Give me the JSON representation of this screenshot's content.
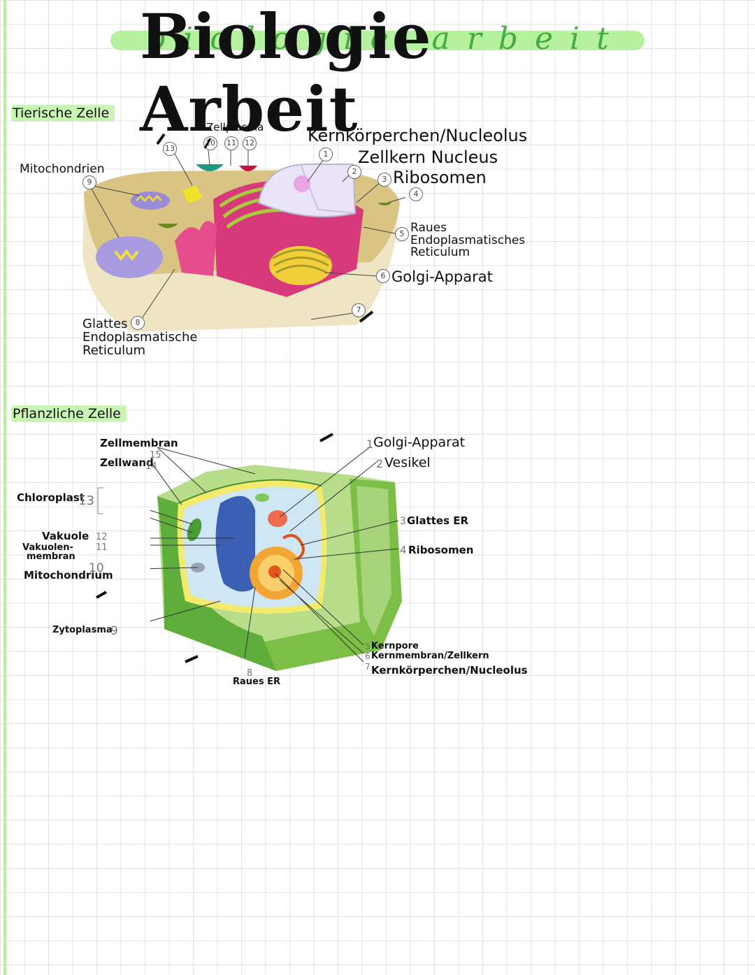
{
  "title": "Biologie Arbeit",
  "title_script": "biologie arbeit",
  "colors": {
    "highlight": "#a8ee8d",
    "grid": "#e3e3e3",
    "margin": "#b7ef9f"
  },
  "animal": {
    "heading": "Tierische Zelle",
    "labels": {
      "zellplasma": "Zellplasma",
      "kernkoerperchen": "Kernkörperchen/Nucleolus",
      "zellkern": "Zellkern Nucleus",
      "ribosomen": "Ribosomen",
      "raues_er": "Raues Endoplasmatisches Reticulum",
      "raues_er_l1": "Raues",
      "raues_er_l2": "Endoplasmatisches",
      "raues_er_l3": "Reticulum",
      "golgi": "Golgi-Apparat",
      "mitochondrien": "Mitochondrien",
      "glattes_l1": "Glattes",
      "glattes_l2": "Endoplasmatische",
      "glattes_l3": "Reticulum"
    },
    "numbers": [
      "1",
      "2",
      "3",
      "4",
      "5",
      "6",
      "7",
      "8",
      "9",
      "10",
      "11",
      "12",
      "13"
    ]
  },
  "plant": {
    "heading": "Pflanzliche Zelle",
    "labels": {
      "zellmembran": "Zellmembran",
      "zellwand": "Zellwand",
      "chloroplast": "Chloroplast",
      "vakuole": "Vakuole",
      "vakuolenmembran_l1": "Vakuolen-",
      "vakuolenmembran_l2": "membran",
      "mitochondrium": "Mitochondrium",
      "zytoplasma": "Zytoplasma",
      "golgi": "Golgi-Apparat",
      "vesikel": "Vesikel",
      "glattes_er": "Glattes ER",
      "ribosomen": "Ribosomen",
      "kernpore": "Kernpore",
      "kernmembran": "Kernmembran/Zellkern",
      "kernkoerperchen": "Kernkörperchen/Nucleolus",
      "raues_er": "Raues ER"
    },
    "numbers": {
      "golgi": "1",
      "vesikel": "2",
      "glattes_er": "3",
      "ribosomen": "4",
      "kernpore": "5",
      "kernmembran": "6",
      "kernkoerperchen": "7",
      "raues_er": "8",
      "zytoplasma": "9",
      "mitochondrium": "10",
      "vakuolenmembran": "11",
      "vakuole": "12",
      "chloroplast": "13",
      "zellwand": "14",
      "zellmembran": "15"
    }
  }
}
